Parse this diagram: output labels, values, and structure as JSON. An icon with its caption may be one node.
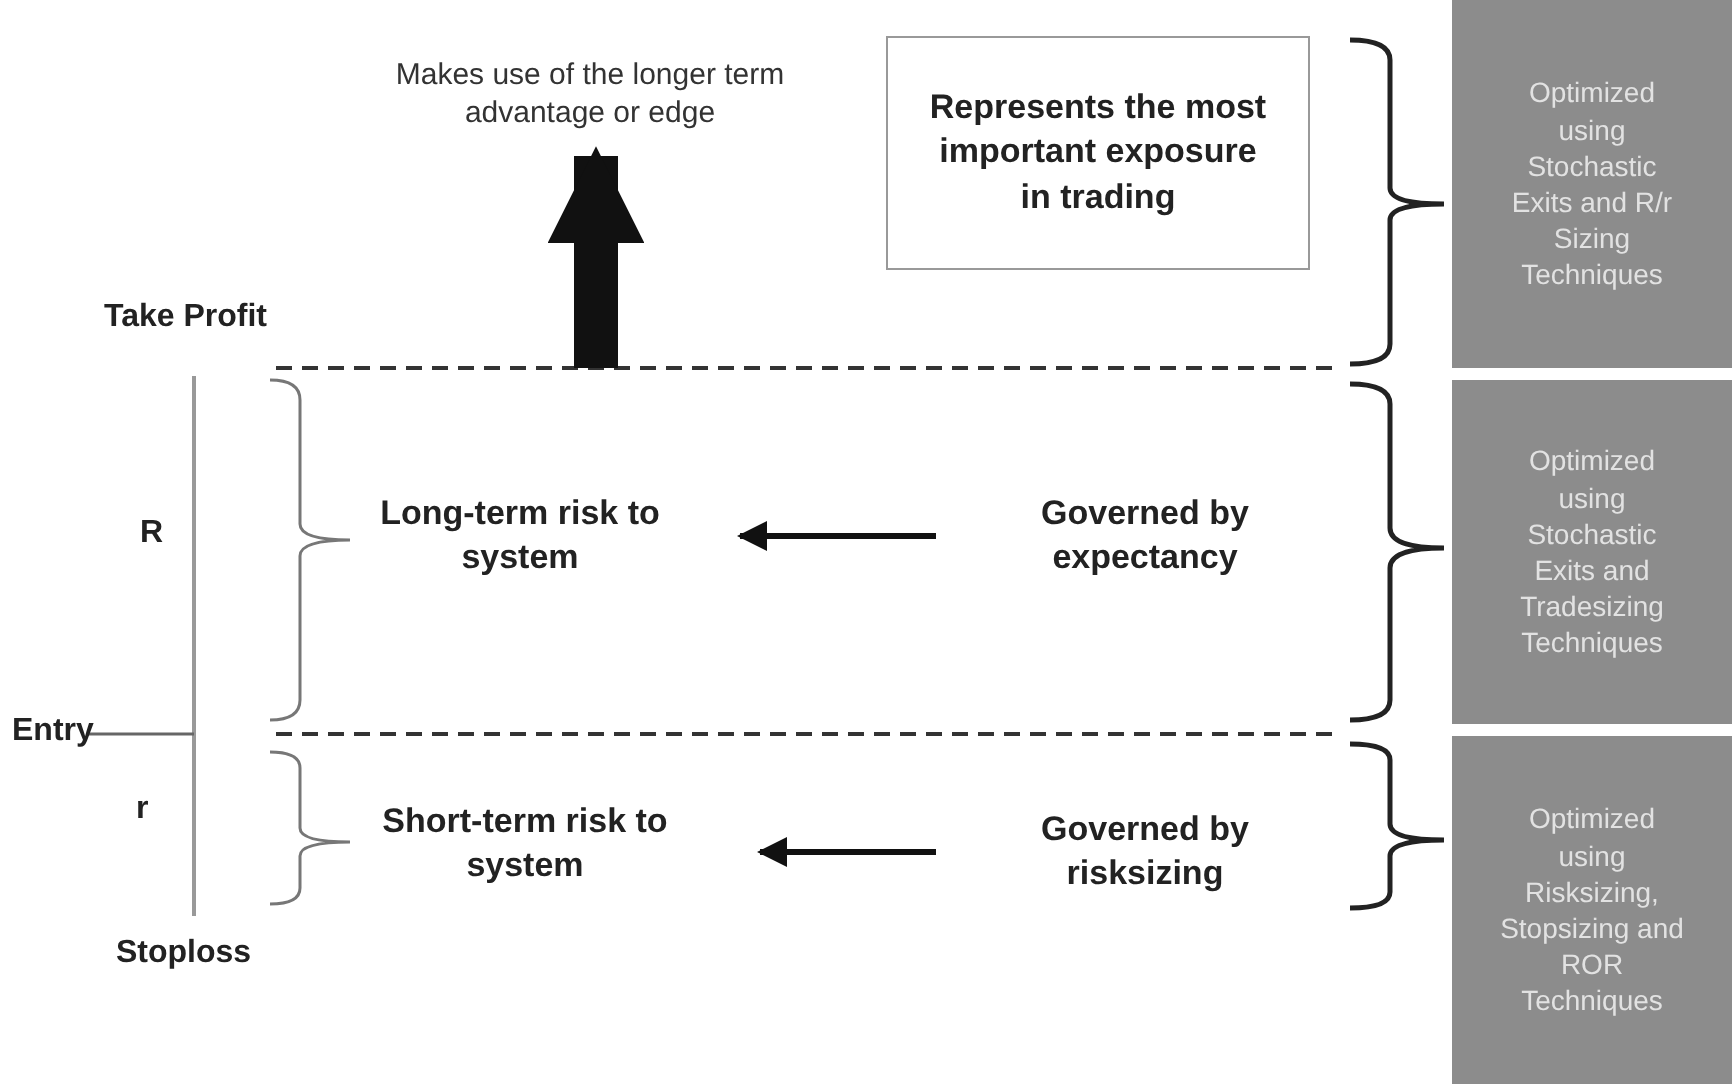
{
  "diagram": {
    "nodes": [
      {
        "text": [
          "Makes use of the longer term advantage or edge"
        ]
      },
      {
        "text": [
          "Represents the most important exposure in trading"
        ]
      },
      {
        "text": [
          "Optimized using Stochastic Exits and R/r Sizing Techniques"
        ]
      },
      {
        "text": [
          "Long-term risk to system"
        ]
      },
      {
        "text": [
          "Governed by expectancy"
        ]
      },
      {
        "text": [
          "Optimized using Stochastic Exits and Tradesizing Techniques"
        ]
      },
      {
        "text": [
          "Short-term risk to system"
        ]
      },
      {
        "text": [
          "Governed by risksizing"
        ]
      },
      {
        "text": [
          "Optimized using Risksizing, Stopsizing and ROR Techniques"
        ]
      }
    ],
    "edges": [
      {
        "from": null,
        "to": 0,
        "arrow": "to",
        "style": "thick"
      },
      {
        "from": 4,
        "to": 3,
        "arrow": "to"
      },
      {
        "from": 7,
        "to": 6,
        "arrow": "to"
      }
    ],
    "labels": [
      "Take Profit",
      "R",
      "Entry",
      "r",
      "Stoploss"
    ]
  }
}
